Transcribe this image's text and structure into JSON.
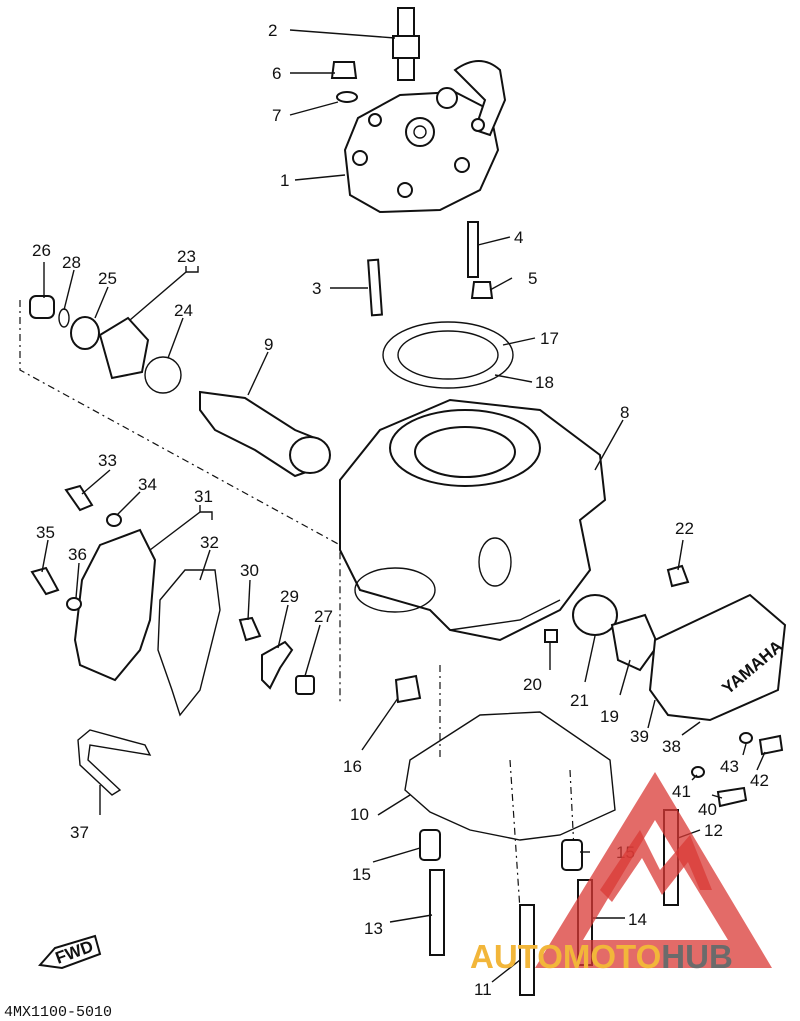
{
  "diagram": {
    "callouts": [
      "1",
      "2",
      "3",
      "4",
      "5",
      "6",
      "7",
      "8",
      "9",
      "10",
      "11",
      "12",
      "13",
      "14",
      "15",
      "15",
      "16",
      "17",
      "18",
      "19",
      "20",
      "21",
      "22",
      "23",
      "24",
      "25",
      "26",
      "27",
      "28",
      "29",
      "30",
      "31",
      "32",
      "33",
      "34",
      "35",
      "36",
      "37",
      "38",
      "39",
      "40",
      "41",
      "42",
      "43"
    ],
    "part_code": "4MX1100-5010",
    "fwd_label": "FWD",
    "cover_logo": "YAMAHA"
  },
  "watermark": {
    "part1": "AUTOMOTO",
    "part2": "HUB",
    "colors": {
      "red": "#d93a36",
      "yellow": "#f2b63a",
      "gray": "#6b6b6b"
    }
  }
}
